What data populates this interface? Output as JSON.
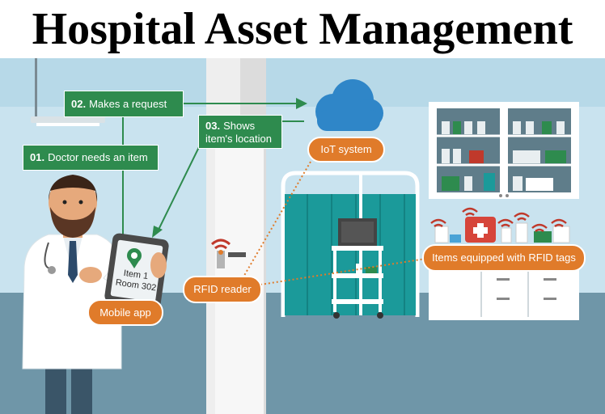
{
  "title": "Hospital Asset Management",
  "steps": [
    {
      "number": "01.",
      "text": "Doctor needs an item"
    },
    {
      "number": "02.",
      "text": "Makes a request"
    },
    {
      "number": "03.",
      "text": "Shows item's location",
      "line1": "Shows",
      "line2": "item's location"
    }
  ],
  "labels": {
    "iot_system": "IoT system",
    "rfid_reader": "RFID reader",
    "mobile_app": "Mobile app",
    "rfid_tags": "Items equipped with RFID tags"
  },
  "tablet": {
    "item": "Item 1",
    "room": "Room 302"
  },
  "colors": {
    "green": "#2e8b4e",
    "orange": "#e07b2a",
    "cloud": "#2f86c8",
    "wall": "#c9e3ef",
    "floor": "#6f96a8",
    "curtain": "#1b9a9a",
    "signal": "#c0392b"
  },
  "icons": [
    "cloud-icon",
    "location-pin-icon",
    "rfid-signal-icon",
    "first-aid-icon",
    "ceiling-lamp-icon"
  ]
}
